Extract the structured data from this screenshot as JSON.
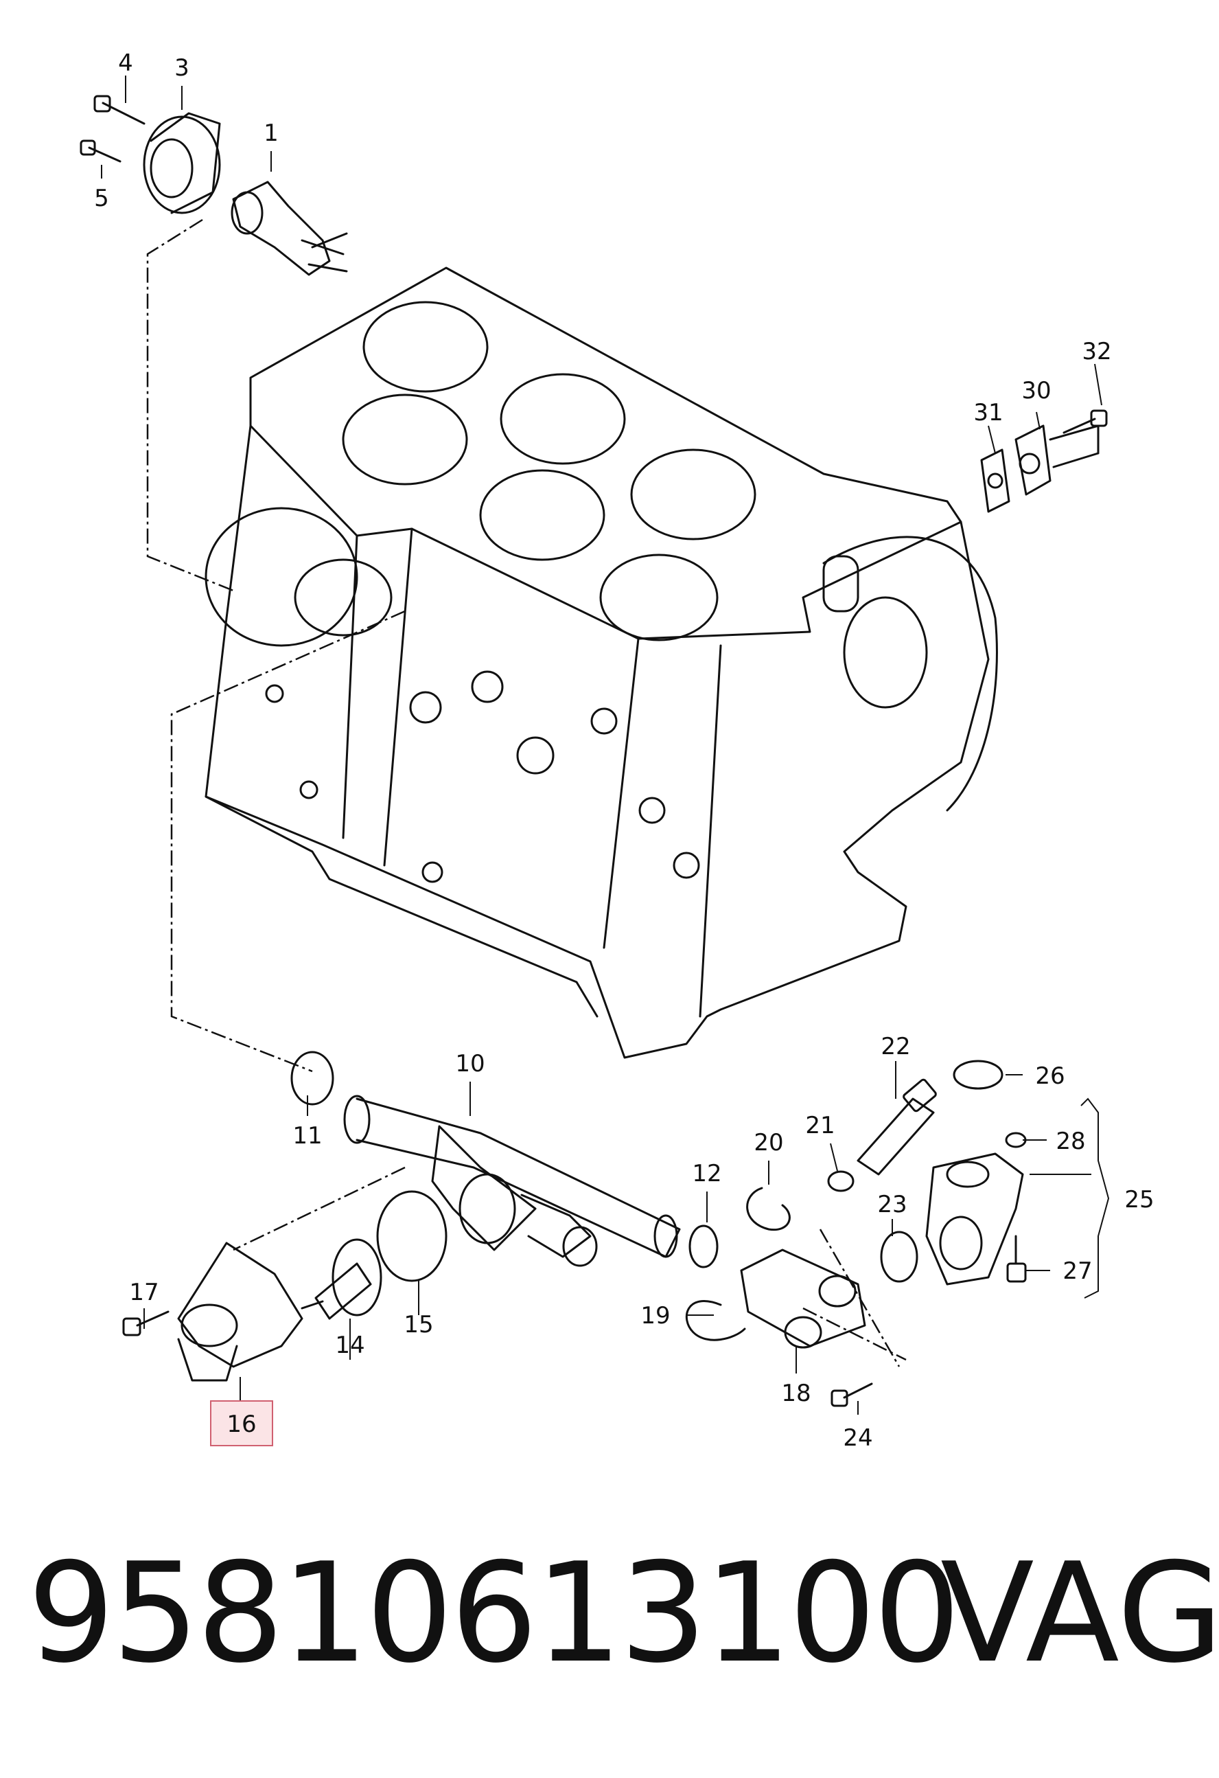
{
  "diagram": {
    "callouts": [
      "1",
      "3",
      "4",
      "5",
      "10",
      "11",
      "12",
      "14",
      "15",
      "16",
      "17",
      "18",
      "19",
      "20",
      "21",
      "22",
      "23",
      "24",
      "25",
      "26",
      "27",
      "28",
      "30",
      "31",
      "32"
    ],
    "highlighted_callout": "16",
    "highlight_color": "#e8a0a8"
  },
  "footer": {
    "part_number": "95810613100",
    "brand": "VAG"
  }
}
